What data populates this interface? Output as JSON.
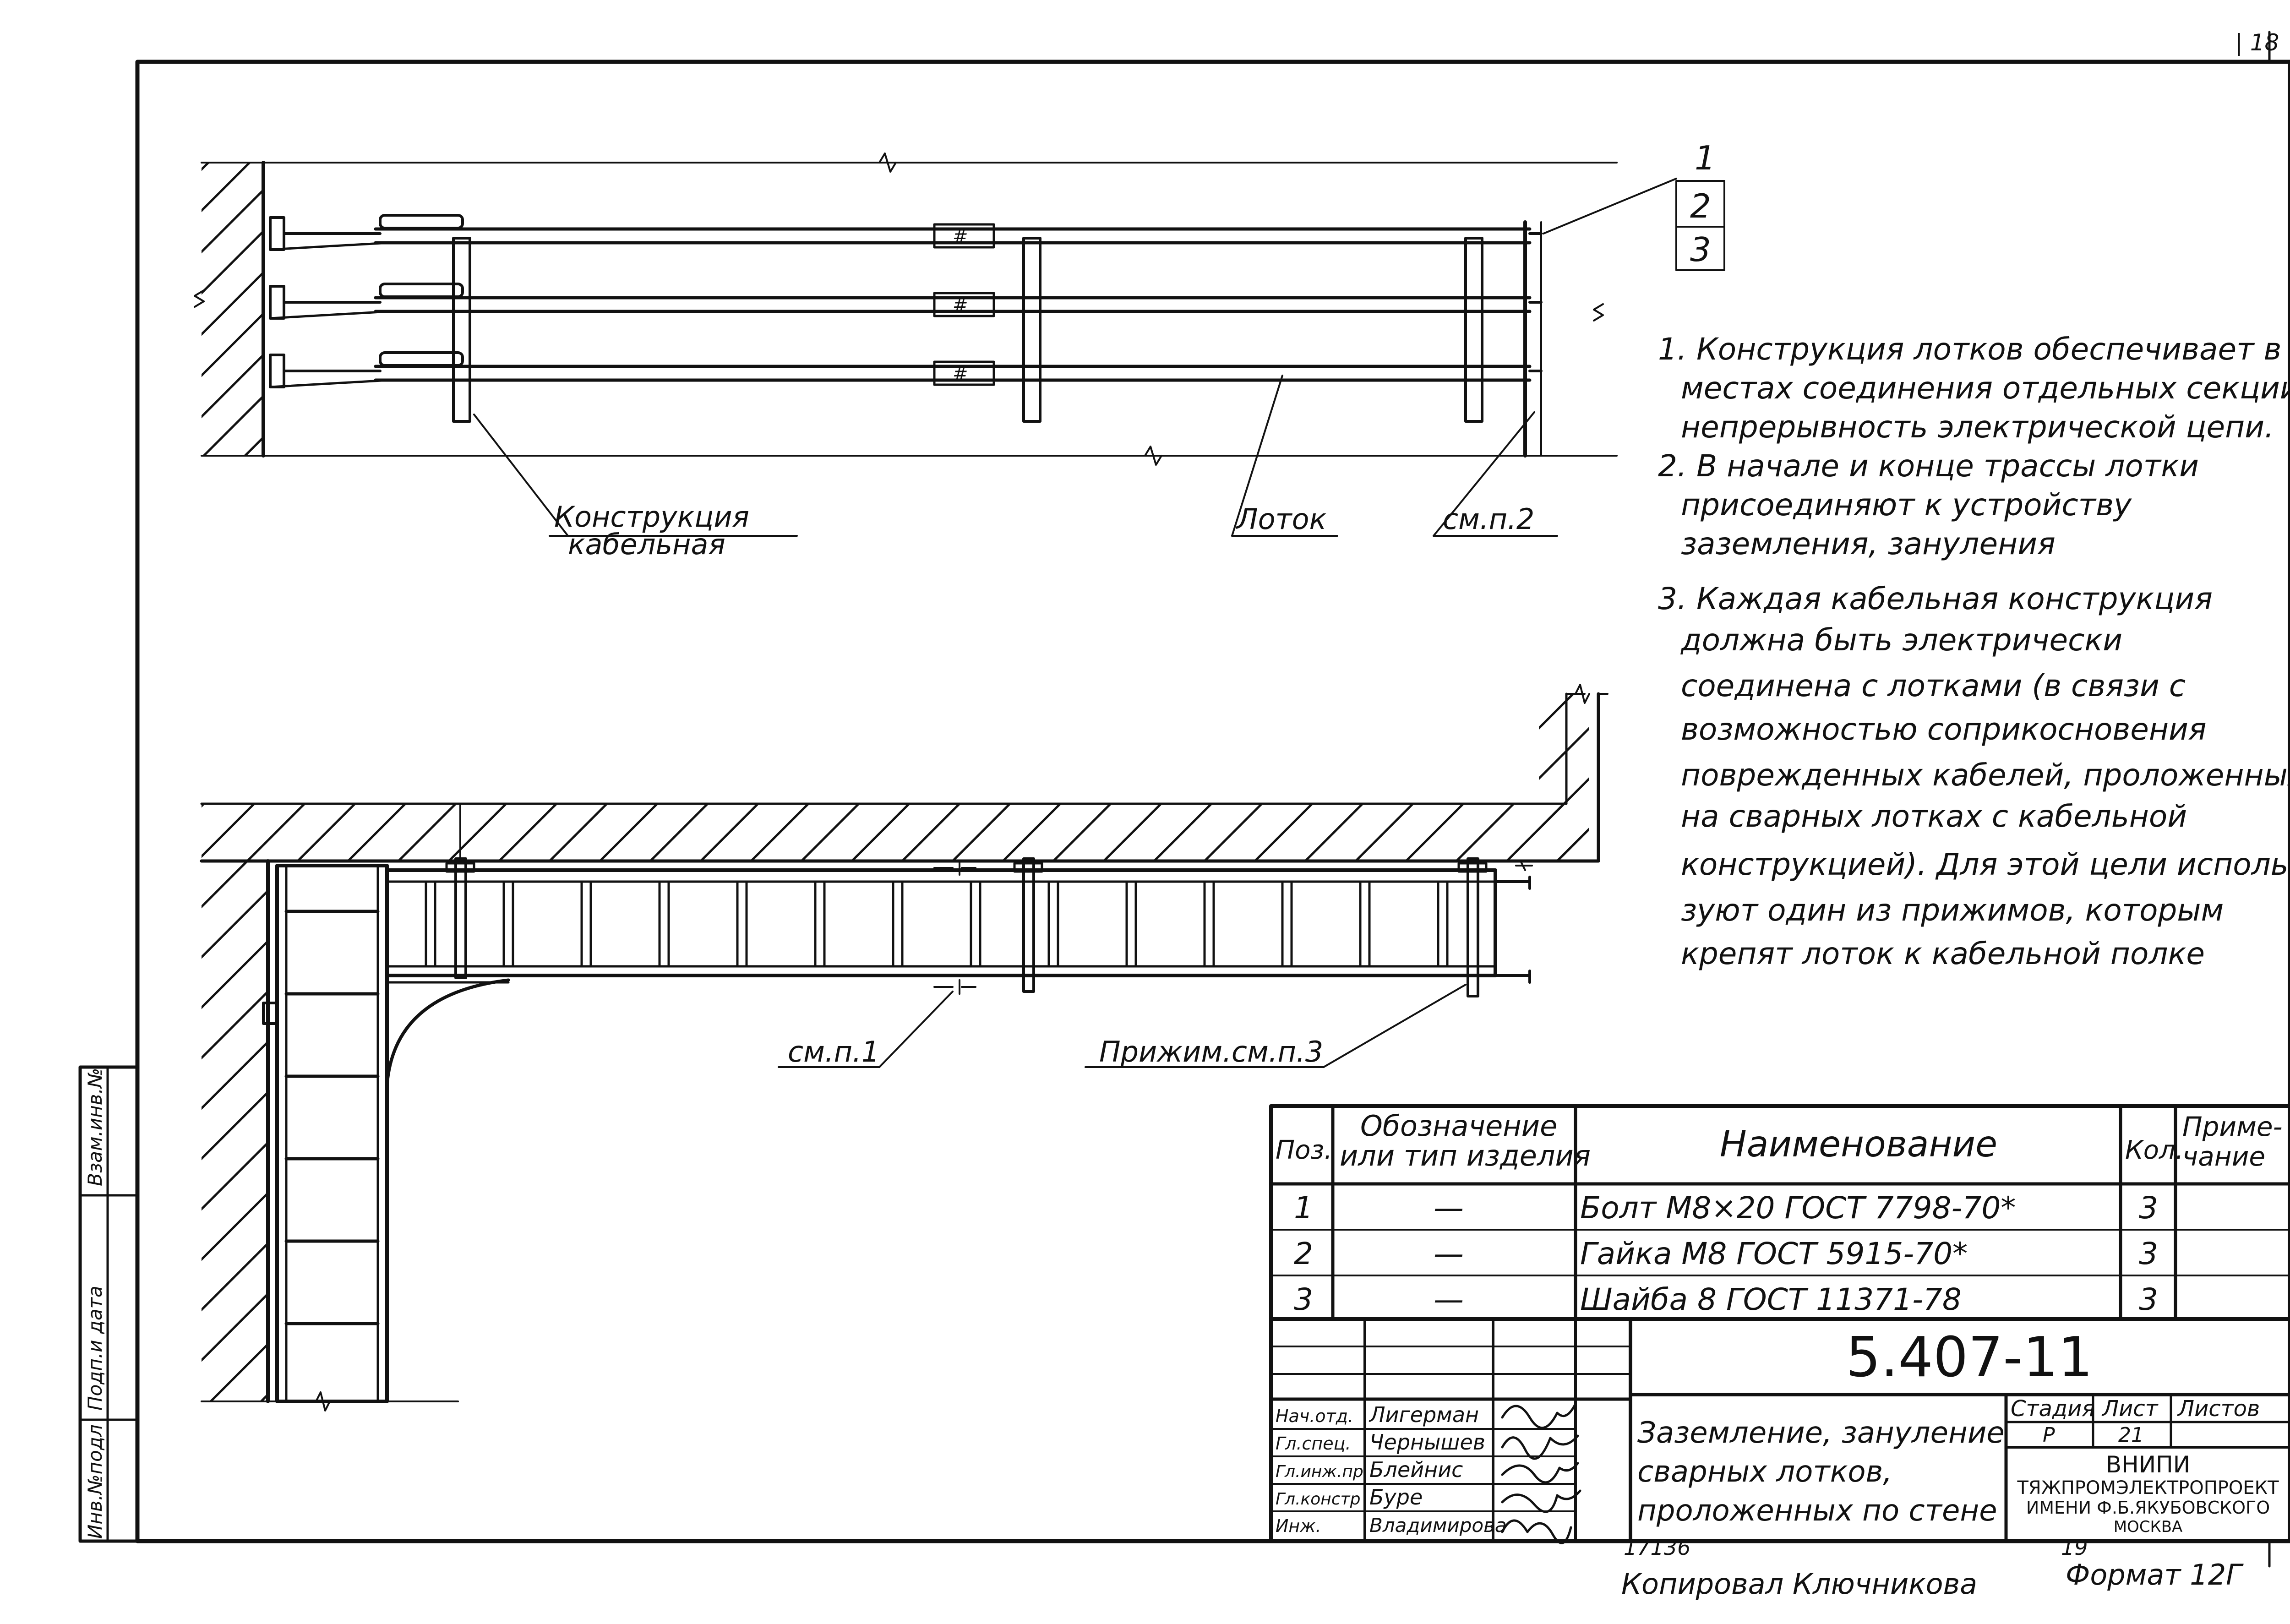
{
  "sheet": {
    "corner_mark": "| 18",
    "copied_by": "Копировал Ключникова",
    "format": "Формат 12Г",
    "inventory_no": "17136",
    "page_no": "19"
  },
  "callouts": {
    "item_1": "1",
    "item_2": "2",
    "item_3": "3",
    "construction_line1": "Конструкция",
    "construction_line2": "кабельная",
    "tray": "Лоток",
    "see_p2": "см.п.2",
    "see_p1": "см.п.1",
    "clamp": "Прижим.см.п.3"
  },
  "notes": [
    "1. Конструкция лотков обеспечивает в",
    "местах соединения отдельных секций",
    "непрерывность электрической цепи.",
    "2. В начале и конце трассы лотки",
    "присоединяют к устройству",
    "заземления, зануления",
    "3. Каждая кабельная конструкция",
    "должна быть электрически",
    "соединена с лотками (в связи с",
    "возможностью соприкосновения",
    "поврежденных кабелей, проложенных",
    "на сварных лотках с кабельной",
    "конструкцией). Для этой цели исполь-",
    "зуют один из прижимов, которым",
    "крепят лоток к кабельной полке"
  ],
  "side_stamp": {
    "inv_podl": "Инв.№подл",
    "podp_data": "Подп.и дата",
    "vzam_inv": "Взам.инв.№"
  },
  "spec_table": {
    "headers": {
      "pos": "Поз.",
      "designation_line1": "Обозначение",
      "designation_line2": "или тип изделия",
      "name": "Наименование",
      "qty": "Кол.",
      "note_line1": "Приме-",
      "note_line2": "чание"
    },
    "rows": [
      {
        "pos": "1",
        "designation": "—",
        "name": "Болт М8×20 ГОСТ 7798-70*",
        "qty": "3"
      },
      {
        "pos": "2",
        "designation": "—",
        "name": "Гайка М8 ГОСТ 5915-70*",
        "qty": "3"
      },
      {
        "pos": "3",
        "designation": "—",
        "name": "Шайба 8 ГОСТ 11371-78",
        "qty": "3"
      }
    ]
  },
  "title_block": {
    "doc_code": "5.407-11",
    "title_lines": [
      "Заземление, зануление",
      "сварных лотков,",
      "проложенных по стене"
    ],
    "stage_label": "Стадия",
    "sheet_label": "Лист",
    "sheets_label": "Листов",
    "stage": "Р",
    "sheet": "21",
    "org_lines": [
      "ВНИПИ",
      "ТЯЖПРОМЭЛЕКТРОПРОЕКТ",
      "ИМЕНИ Ф.Б.ЯКУБОВСКОГО",
      "МОСКВА"
    ],
    "signers": [
      {
        "role": "Нач.отд.",
        "name": "Лигерман"
      },
      {
        "role": "Гл.спец.",
        "name": "Чернышев"
      },
      {
        "role": "Гл.инж.пр",
        "name": "Блейнис"
      },
      {
        "role": "Гл.констр",
        "name": "Буре"
      },
      {
        "role": "Инж.",
        "name": "Владимирова"
      }
    ]
  }
}
